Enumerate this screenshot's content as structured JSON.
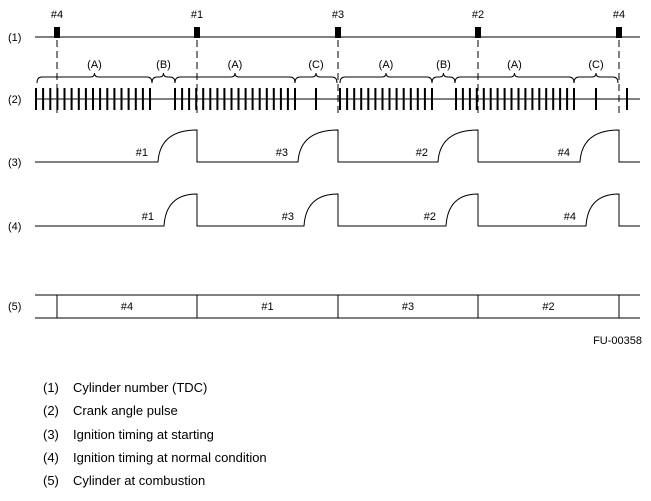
{
  "rows": [
    {
      "label": "(1)"
    },
    {
      "label": "(2)"
    },
    {
      "label": "(3)"
    },
    {
      "label": "(4)"
    },
    {
      "label": "(5)"
    }
  ],
  "tdc_markers": [
    "#4",
    "#1",
    "#3",
    "#2",
    "#4"
  ],
  "crank_groups": [
    "(A)",
    "(B)",
    "(A)",
    "(C)",
    "(A)",
    "(B)",
    "(A)",
    "(C)"
  ],
  "ignition_start_labels": [
    "#1",
    "#3",
    "#2",
    "#4"
  ],
  "ignition_normal_labels": [
    "#1",
    "#3",
    "#2",
    "#4"
  ],
  "combustion_cells": [
    "#4",
    "#1",
    "#3",
    "#2"
  ],
  "figure_code": "FU-00358",
  "legend": [
    {
      "num": "(1)",
      "text": "Cylinder number (TDC)"
    },
    {
      "num": "(2)",
      "text": "Crank angle pulse"
    },
    {
      "num": "(3)",
      "text": "Ignition timing at starting"
    },
    {
      "num": "(4)",
      "text": "Ignition timing at normal condition"
    },
    {
      "num": "(5)",
      "text": "Cylinder at combustion"
    }
  ]
}
